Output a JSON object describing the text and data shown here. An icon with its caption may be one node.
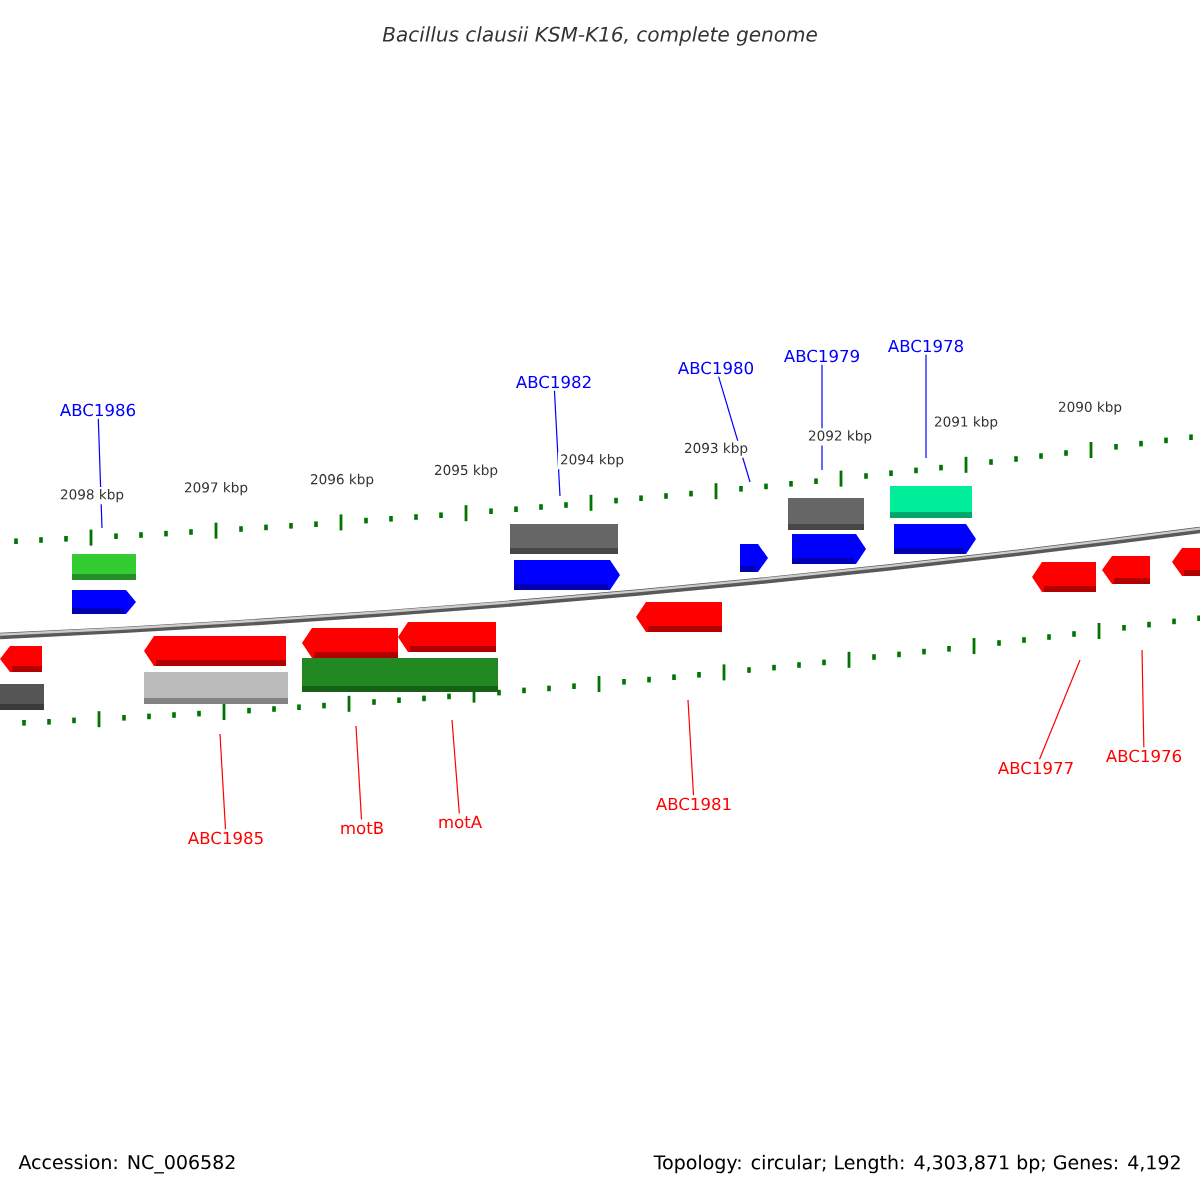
{
  "diagram": {
    "title": "Bacillus clausii KSM-K16, complete genome",
    "nodes": [
      {
        "text": [
          "ABC1986"
        ]
      },
      {
        "text": [
          "ABC1982"
        ]
      },
      {
        "text": [
          "ABC1980"
        ]
      },
      {
        "text": [
          "ABC1979"
        ]
      },
      {
        "text": [
          "ABC1978"
        ]
      },
      {
        "text": [
          "ABC1985"
        ]
      },
      {
        "text": [
          "motB"
        ]
      },
      {
        "text": [
          "motA"
        ]
      },
      {
        "text": [
          "ABC1981"
        ]
      },
      {
        "text": [
          "ABC1977"
        ]
      },
      {
        "text": [
          "ABC1976"
        ]
      }
    ],
    "edges": [
      {
        "from": 0,
        "to": null,
        "arrow": "none",
        "color": "#0000ff"
      },
      {
        "from": 1,
        "to": null,
        "arrow": "none",
        "color": "#0000ff"
      },
      {
        "from": 2,
        "to": null,
        "arrow": "none",
        "color": "#0000ff"
      },
      {
        "from": 3,
        "to": null,
        "arrow": "none",
        "color": "#0000ff"
      },
      {
        "from": 4,
        "to": null,
        "arrow": "none",
        "color": "#0000ff"
      },
      {
        "from": 5,
        "to": null,
        "arrow": "none"
      },
      {
        "from": 6,
        "to": null,
        "arrow": "none"
      },
      {
        "from": 7,
        "to": null,
        "arrow": "none"
      },
      {
        "from": 8,
        "to": null,
        "arrow": "none"
      },
      {
        "from": 9,
        "to": null,
        "arrow": "none"
      },
      {
        "from": 10,
        "to": null,
        "arrow": "none"
      }
    ],
    "labels": [
      "2098 kbp",
      "2097 kbp",
      "2096 kbp",
      "2095 kbp",
      "2094 kbp",
      "2093 kbp",
      "2092 kbp",
      "2091 kbp",
      "2090 kbp",
      "Accession: NC_006582",
      "Topology: circular; Length: 4,303,871 bp; Genes: 4,192"
    ]
  }
}
